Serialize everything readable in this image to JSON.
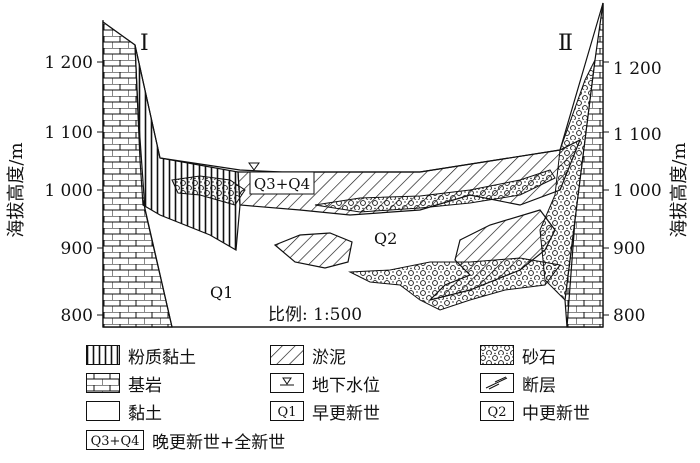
{
  "sections": {
    "left": "Ⅰ",
    "right": "Ⅱ"
  },
  "axis": {
    "title": "海拔高度/m",
    "ticks_left": [
      "1 200",
      "1 100",
      "1 000",
      "900",
      "800"
    ],
    "ticks_right": [
      "1 200",
      "1 100",
      "1 000",
      "900",
      "800"
    ]
  },
  "scale_text": "比例: 1:500",
  "unit_labels": {
    "q1": "Q1",
    "q2": "Q2",
    "q34": "Q3+Q4"
  },
  "legend": {
    "silty_clay": "粉质黏土",
    "silt": "淤泥",
    "gravel": "砂石",
    "bedrock": "基岩",
    "groundwater": "地下水位",
    "fault": "断层",
    "clay": "黏土",
    "early_pleistocene": "早更新世",
    "middle_pleistocene": "中更新世",
    "late_holocene": "晚更新世+全新世"
  },
  "legend_symbols": {
    "q1": "Q1",
    "q2": "Q2",
    "q34": "Q3+Q4"
  }
}
